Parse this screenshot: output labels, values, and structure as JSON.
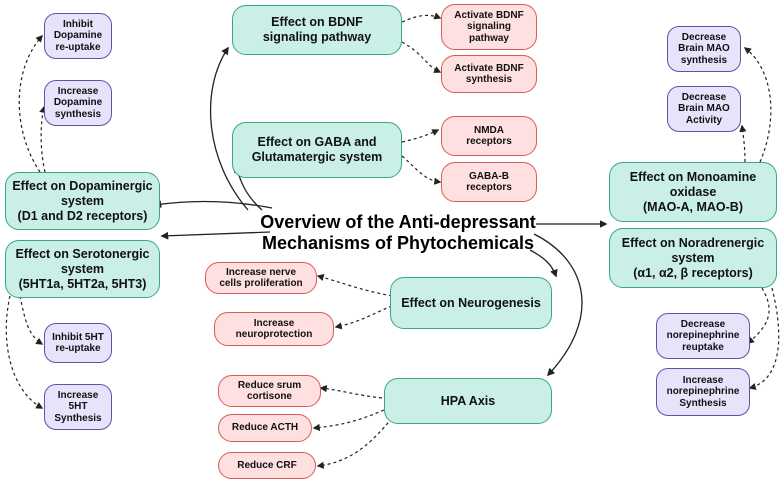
{
  "title": "Overview of the Anti-depressant\nMechanisms of Phytochemicals",
  "colors": {
    "main_fill": "#c9efe6",
    "main_border": "#3aa58c",
    "red_fill": "#fde0df",
    "red_border": "#d95b58",
    "purple_fill": "#e7e3fb",
    "purple_border": "#5b54a8"
  },
  "nodes": {
    "bdnf": "Effect on BDNF\nsignaling pathway",
    "bdnf_activate_pathway": "Activate BDNF\nsignaling\npathway",
    "bdnf_activate_synthesis": "Activate BDNF\nsynthesis",
    "gaba": "Effect on GABA and\nGlutamatergic system",
    "nmda": "NMDA\nreceptors",
    "gaba_b": "GABA-B\nreceptors",
    "dopaminergic": "Effect on Dopaminergic\nsystem\n(D1 and D2 receptors)",
    "inhibit_dopamine": "Inhibit\nDopamine\nre-uptake",
    "increase_dopamine": "Increase\nDopamine\nsynthesis",
    "serotonergic": "Effect on Serotonergic\nsystem\n(5HT1a, 5HT2a, 5HT3)",
    "inhibit_5ht": "Inhibit 5HT\nre-uptake",
    "increase_5ht": "Increase\n5HT\nSynthesis",
    "mao": "Effect on Monoamine\noxidase\n(MAO-A, MAO-B)",
    "decrease_mao_synthesis": "Decrease\nBrain MAO\nsynthesis",
    "decrease_mao_activity": "Decrease\nBrain MAO\nActivity",
    "noradrenergic": "Effect on Noradrenergic\nsystem\n(α1, α2, β receptors)",
    "decrease_ne_reuptake": "Decrease\nnorepinephrine\nreuptake",
    "increase_ne_synthesis": "Increase\nnorepinephrine\nSynthesis",
    "neurogenesis": "Effect on Neurogenesis",
    "nerve_proliferation": "Increase nerve\ncells proliferation",
    "neuroprotection": "Increase\nneuroprotection",
    "hpa": "HPA Axis",
    "reduce_cortisone": "Reduce srum\ncortisone",
    "reduce_acth": "Reduce ACTH",
    "reduce_crf": "Reduce CRF"
  }
}
